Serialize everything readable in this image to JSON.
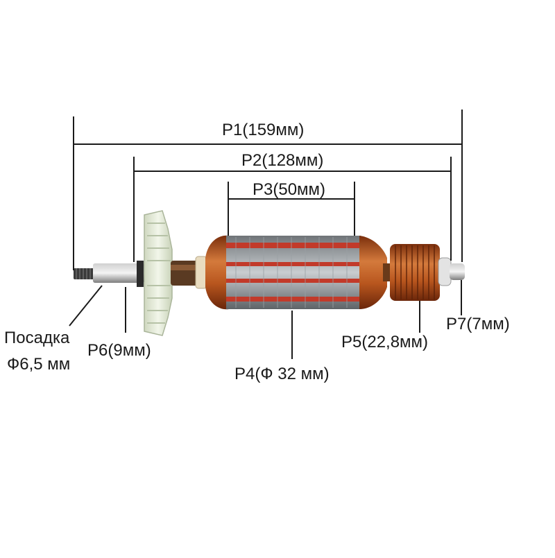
{
  "labels": {
    "p1": "P1(159мм)",
    "p2": "P2(128мм)",
    "p3": "P3(50мм)",
    "p4": "P4(Ф 32 мм)",
    "p5": "P5(22,8мм)",
    "p6": "P6(9мм)",
    "p7": "P7(7мм)",
    "fit_line1": "Посадка",
    "fit_line2": "Ф6,5 мм"
  },
  "colors": {
    "line": "#1a1a1a",
    "shaft": "#9a9a9a",
    "fan": "#e4ecd8",
    "copper": "#b8561e",
    "copper_dark": "#7a2e0c",
    "core": "#8a8f93",
    "bearing": "#f0e4c8"
  }
}
